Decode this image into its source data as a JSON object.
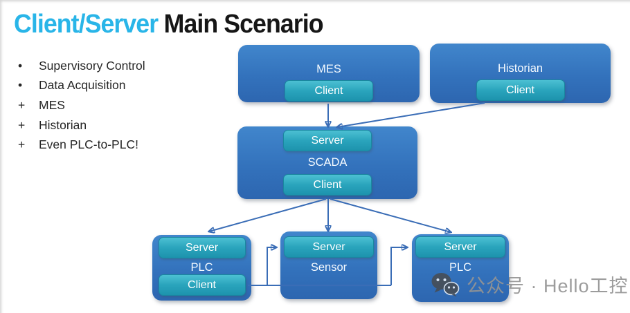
{
  "title": {
    "highlight": "Client/Server",
    "rest": "Main Scenario"
  },
  "bullets": [
    {
      "marker": "•",
      "text": "Supervisory Control"
    },
    {
      "marker": "•",
      "text": "Data Acquisition"
    },
    {
      "marker": "+",
      "text": "MES"
    },
    {
      "marker": "+",
      "text": "Historian"
    },
    {
      "marker": "+",
      "text": "Even PLC-to-PLC!"
    }
  ],
  "diagram": {
    "nodes": {
      "mes": {
        "label": "MES",
        "client_badge": "Client"
      },
      "historian": {
        "label": "Historian",
        "client_badge": "Client"
      },
      "scada": {
        "label": "SCADA",
        "server_badge": "Server",
        "client_badge": "Client"
      },
      "plc_left": {
        "label": "PLC",
        "server_badge": "Server",
        "client_badge": "Client"
      },
      "sensor": {
        "label": "Sensor",
        "server_badge": "Server"
      },
      "plc_right": {
        "label": "PLC",
        "server_badge": "Server"
      }
    },
    "connections": [
      {
        "from": "mes.client",
        "to": "scada.server"
      },
      {
        "from": "historian.client",
        "to": "scada.server"
      },
      {
        "from": "scada.client",
        "to": "plc_left.server"
      },
      {
        "from": "scada.client",
        "to": "sensor.server"
      },
      {
        "from": "scada.client",
        "to": "plc_right.server"
      },
      {
        "from": "plc_left.client",
        "to": "sensor.server"
      },
      {
        "from": "plc_left.client",
        "to": "plc_right.server"
      }
    ]
  },
  "watermark": {
    "icon": "wechat-icon",
    "text": "公众号 · Hello工控"
  },
  "colors": {
    "title_highlight": "#29b5e8",
    "title_rest": "#161616",
    "box_blue_top": "#4186cc",
    "box_blue_bottom": "#2d66b0",
    "badge_teal_top": "#4cc0d3",
    "badge_teal_bottom": "#1d93ad",
    "arrow": "#3a6db6",
    "watermark_gray": "#949494"
  }
}
